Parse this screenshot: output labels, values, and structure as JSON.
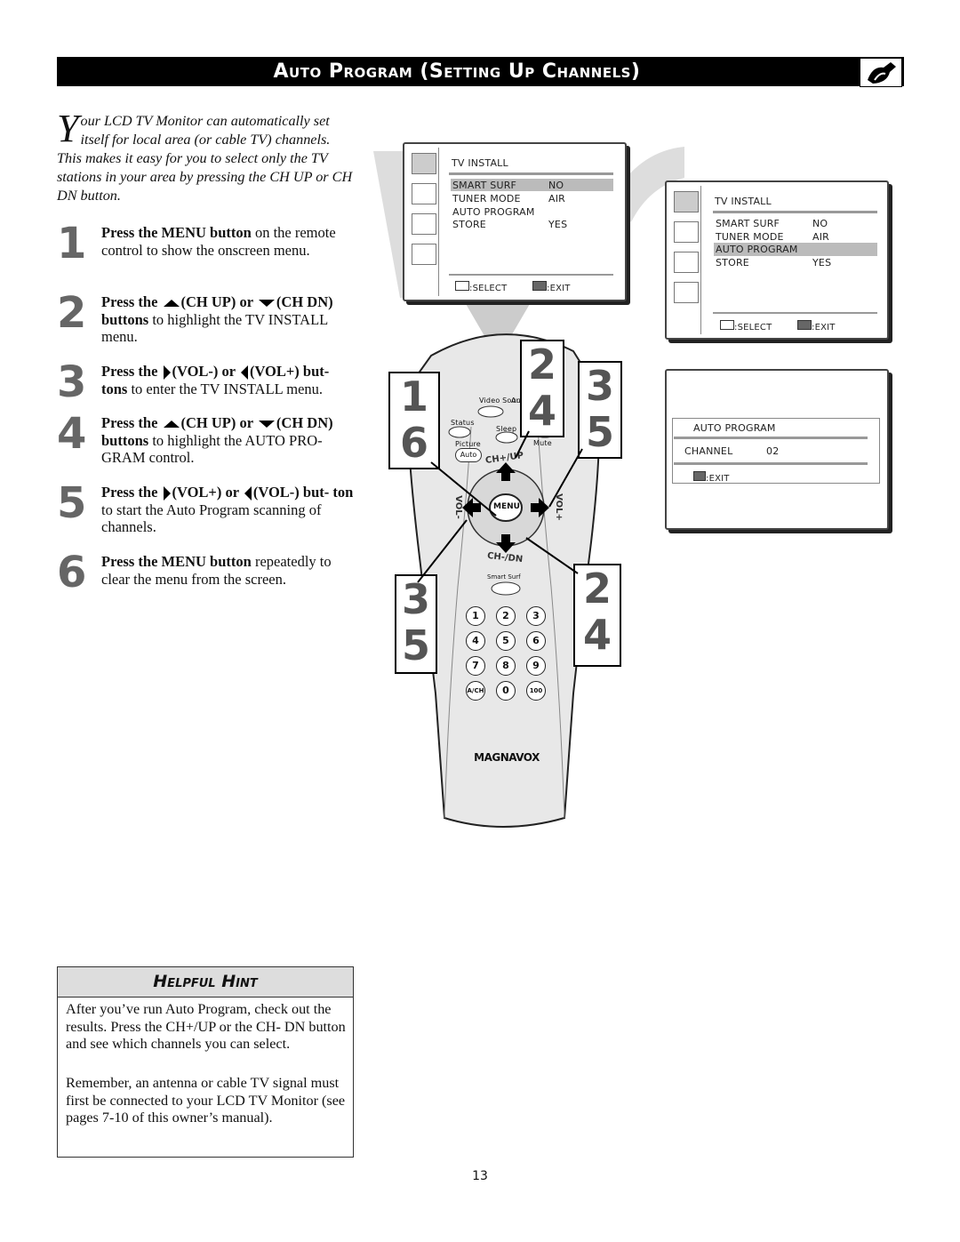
{
  "header": {
    "title": "Auto Program (Setting Up Channels)"
  },
  "intro": {
    "dropcap": "Y",
    "text": "our LCD TV Monitor can automatically set itself for local area (or cable TV) channels.  This makes it easy for you to select only the TV stations in your area by pressing the CH UP or CH DN button."
  },
  "steps": [
    {
      "num": "1",
      "bold": "Press the MENU button",
      "rest": " on the remote control to show the onscreen menu."
    },
    {
      "num": "2",
      "b1": "Press the ",
      "b2": "(CH UP) or ",
      "b3": "(CH DN) buttons",
      "rest": " to highlight the TV INSTALL menu."
    },
    {
      "num": "3",
      "b1": "Press the ",
      "b2": "(VOL-) or ",
      "b3": "(VOL+) but- tons",
      "rest": " to enter the TV INSTALL menu."
    },
    {
      "num": "4",
      "b1": "Press the ",
      "b2": "(CH UP) or ",
      "b3": "(CH DN) buttons",
      "rest": " to highlight the AUTO PRO- GRAM control."
    },
    {
      "num": "5",
      "b1": "Press the ",
      "b2": "(VOL+) or ",
      "b3": "(VOL-) but- ton",
      "rest": " to start the Auto Program scanning of channels."
    },
    {
      "num": "6",
      "bold": "Press the MENU button",
      "rest": " repeatedly to clear the menu from the screen."
    }
  ],
  "hint": {
    "title": "Helpful Hint",
    "p1": "After you’ve run Auto Program, check out the results. Press the CH+/UP or the CH- DN button and see which channels you can select.",
    "p2": "Remember, an antenna or cable TV signal must first be connected to your LCD TV Monitor (see pages 7-10 of this owner’s manual)."
  },
  "osd1": {
    "title": "TV INSTALL",
    "rows": [
      {
        "label": "SMART SURF",
        "value": "NO"
      },
      {
        "label": "TUNER MODE",
        "value": "AIR"
      },
      {
        "label": "AUTO PROGRAM",
        "value": ""
      },
      {
        "label": "STORE",
        "value": "YES"
      }
    ],
    "select": ":SELECT",
    "exit": ":EXIT"
  },
  "osd2": {
    "title": "TV INSTALL",
    "rows": [
      {
        "label": "SMART SURF",
        "value": "NO"
      },
      {
        "label": "TUNER MODE",
        "value": "AIR"
      },
      {
        "label": "AUTO PROGRAM",
        "value": ""
      },
      {
        "label": "STORE",
        "value": "YES"
      }
    ],
    "select": ":SELECT",
    "exit": ":EXIT"
  },
  "osd3": {
    "title": "AUTO PROGRAM",
    "channel_label": "CHANNEL",
    "channel_value": "02",
    "exit": ":EXIT"
  },
  "remote": {
    "brand": "MAGNAVOX",
    "labels": {
      "video_source": "Video Source",
      "audio_source": "Au So",
      "status": "Status",
      "sleep": "Sleep",
      "picture": "Picture",
      "auto": "Auto",
      "mute": "Mute",
      "ch_up": "CH+/UP",
      "ch_dn": "CH-/DN",
      "vol_minus": "VOL-",
      "vol_plus": "VOL+",
      "menu": "MENU",
      "smart_surf": "Smart Surf"
    },
    "keypad": [
      "1",
      "2",
      "3",
      "4",
      "5",
      "6",
      "7",
      "8",
      "9",
      "A/CH",
      "0",
      "100"
    ],
    "callouts": {
      "left_top": "1\n6",
      "center_top": "2\n4",
      "right_top": "3\n5",
      "left_bottom": "3\n5",
      "right_bottom": "2\n4"
    }
  },
  "page_number": "13"
}
